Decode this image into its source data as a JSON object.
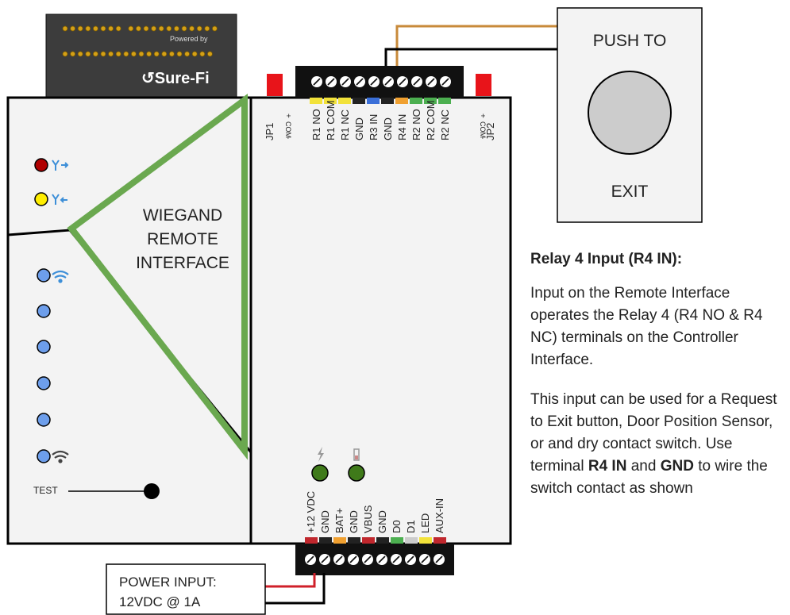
{
  "module": {
    "powered_by": "Powered by",
    "brand": "Sure-Fi"
  },
  "remote_interface": {
    "label_lines": [
      "WIEGAND",
      "REMOTE",
      "INTERFACE"
    ],
    "test_label": "TEST"
  },
  "top_terminals": {
    "labels": [
      "R1 NO",
      "R1 COM",
      "R1 NC",
      "GND",
      "R3 IN",
      "GND",
      "R4 IN",
      "R2 NO",
      "R2 COM",
      "R2 NC"
    ],
    "colors": [
      "#f2e23a",
      "#f2e23a",
      "#f2e23a",
      "#222222",
      "#3a6fd8",
      "#222222",
      "#f0a030",
      "#4caf50",
      "#4caf50",
      "#4caf50"
    ],
    "jumper_left": "JP1",
    "jumper_right": "JP2",
    "com_label": "COM",
    "plus": "+",
    "minus": "-"
  },
  "bottom_terminals": {
    "labels": [
      "+12 VDC",
      "GND",
      "BAT+",
      "GND",
      "VBUS",
      "GND",
      "D0",
      "D1",
      "LED",
      "AUX-IN"
    ],
    "colors": [
      "#c0272d",
      "#222222",
      "#f0a030",
      "#222222",
      "#c0272d",
      "#222222",
      "#4caf50",
      "#cccccc",
      "#f2e23a",
      "#c0272d"
    ]
  },
  "push_button": {
    "line1": "PUSH TO",
    "line2": "EXIT"
  },
  "power_box": {
    "line1": "POWER INPUT:",
    "line2": "12VDC @ 1A"
  },
  "description": {
    "title": "Relay 4 Input (R4 IN):",
    "para1": "Input on the Remote Interface operates the Relay 4 (R4 NO & R4 NC) terminals on the Controller Interface.",
    "para2_a": "This input can be used for a Request to Exit button, Door Position Sensor, or and dry contact switch. Use terminal ",
    "para2_b": "R4 IN",
    "para2_c": " and ",
    "para2_d": "GND",
    "para2_e": " to wire the switch contact as shown"
  },
  "colors": {
    "wiegand_green": "#6aa84f",
    "wire_orange": "#c88a3a",
    "wire_red": "#d0202a",
    "led_red": "#b00000",
    "led_yellow": "#ffee00",
    "led_blue": "#6d9eeb",
    "led_green": "#3f7a1a"
  }
}
